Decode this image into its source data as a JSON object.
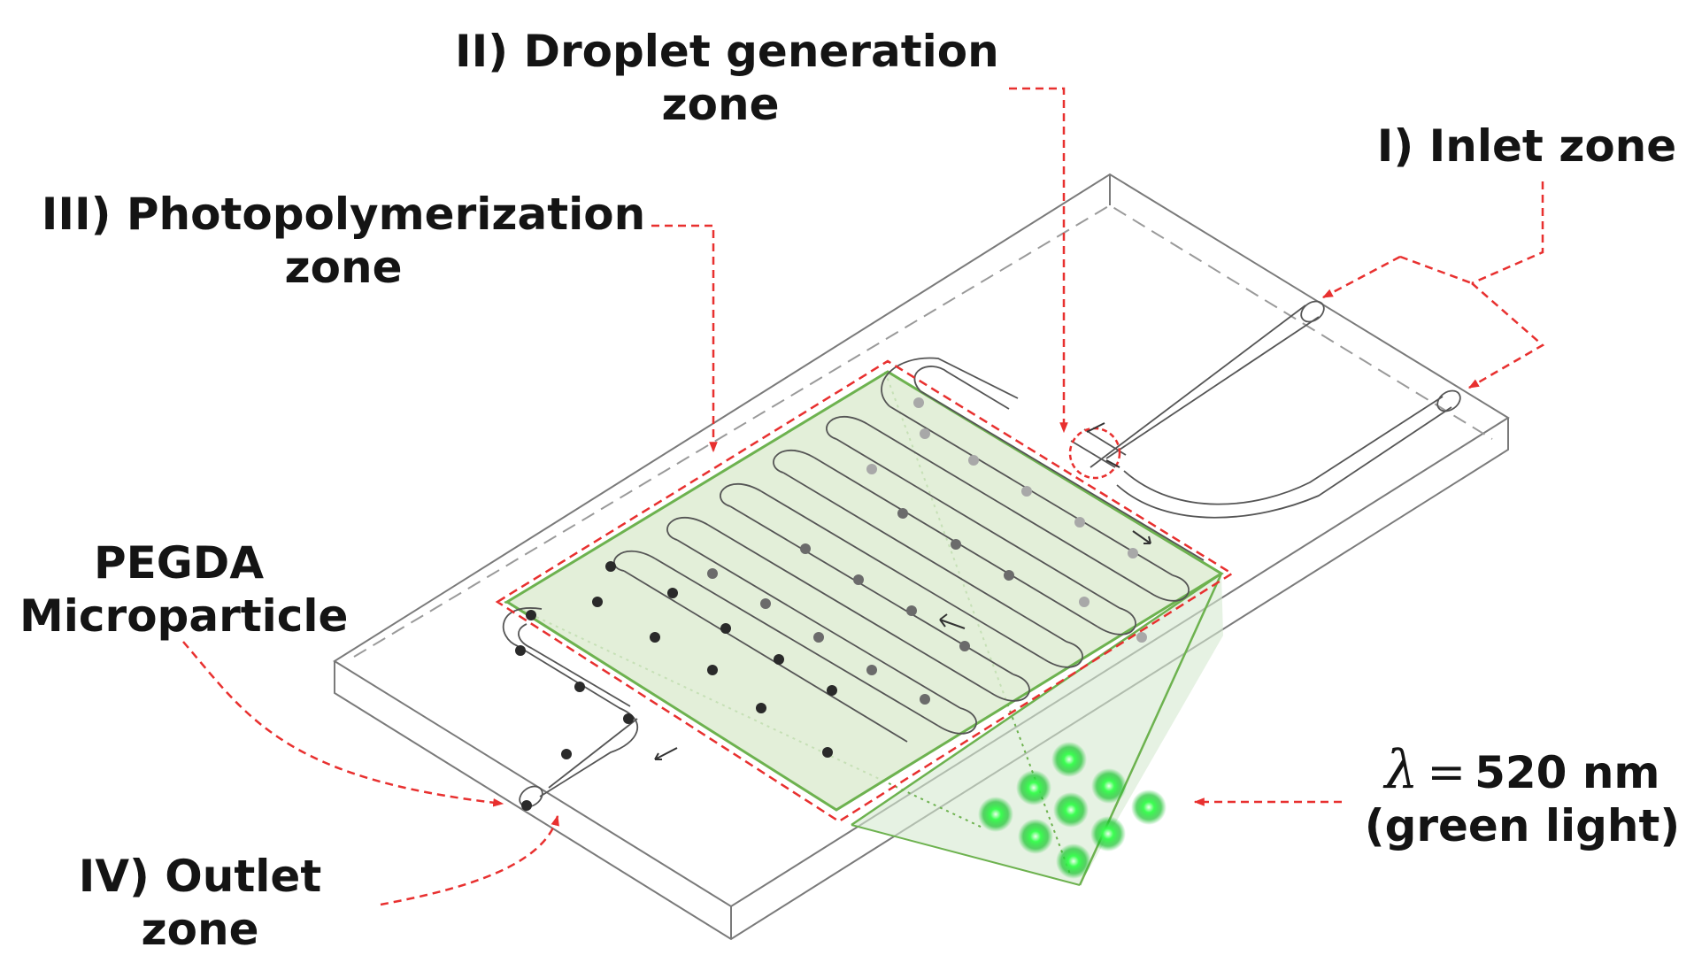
{
  "labels": {
    "droplet_zone": {
      "line1": "II) Droplet generation",
      "line2": "zone"
    },
    "inlet_zone": "I) Inlet zone",
    "photopolymerization_zone": {
      "line1": "III) Photopolymerization",
      "line2": "zone"
    },
    "microparticle": {
      "line1": "PEGDA",
      "line2": "Microparticle"
    },
    "outlet_zone": {
      "line1": "IV) Outlet",
      "line2": "zone"
    },
    "light": {
      "symbol": "λ",
      "equals": "=",
      "value": "520 nm",
      "line2": "(green light)"
    }
  },
  "colors": {
    "annotation_red": "#e8302f",
    "chip_outline": "#7a7a7a",
    "zone_fill_green": "#dcebd0",
    "light_beam_green": "#6db24f",
    "glowing_particle": "#22e03a",
    "dark_particle": "#2a2a2a",
    "text": "#141414"
  },
  "icons": [
    "flow-arrow-icon",
    "leader-arrow-icon",
    "droplet-junction-circle"
  ]
}
